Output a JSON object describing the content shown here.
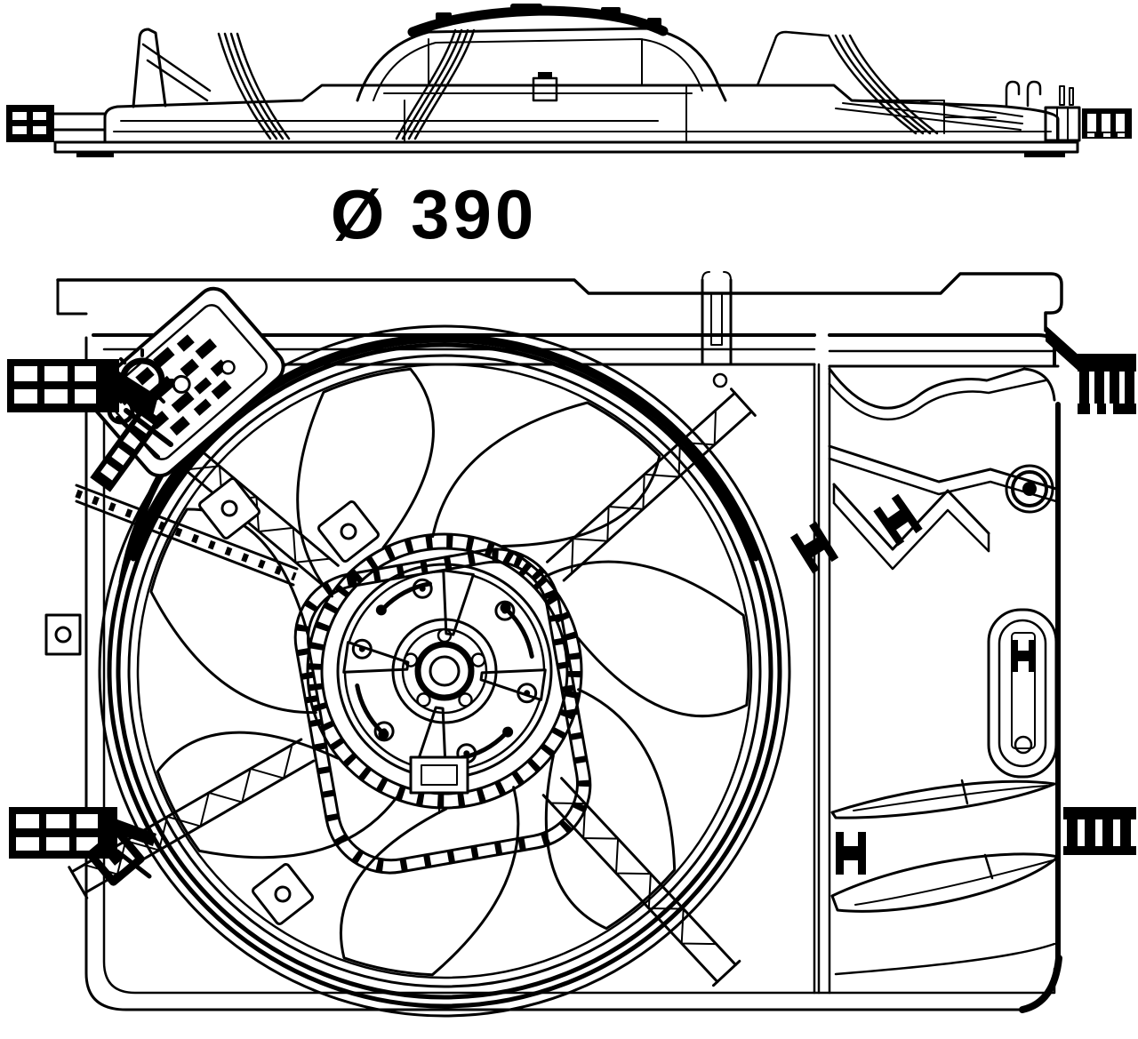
{
  "page": {
    "background_color": "#ffffff",
    "ink_color": "#000000"
  },
  "diagram": {
    "type": "technical-line-drawing",
    "subject": "engine-cooling-fan-assembly",
    "dimension_label": "Ø 390",
    "fan": {
      "blade_count": 7
    },
    "views": {
      "top": "profile-view",
      "bottom": "front-view"
    }
  }
}
